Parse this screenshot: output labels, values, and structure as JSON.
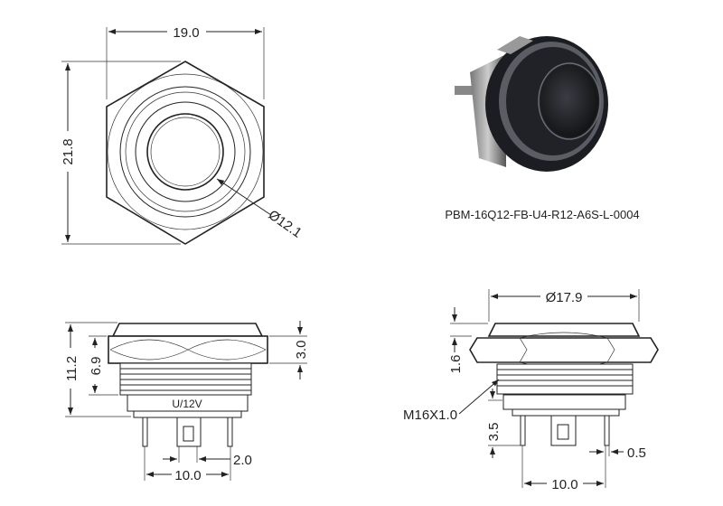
{
  "top_view": {
    "width_label": "19.0",
    "height_label": "21.8",
    "diameter_label": "Ø12.1"
  },
  "photo": {
    "part_number": "PBM-16Q12-FB-U4-R12-A6S-L-0004"
  },
  "side_view_left": {
    "overall_height": "11.2",
    "thread_height": "6.9",
    "nut_height": "3.0",
    "voltage_label": "U/12V",
    "pin_offset": "2.0",
    "pin_spacing": "10.0"
  },
  "side_view_right": {
    "cap_diameter": "Ø17.9",
    "cap_height": "1.6",
    "thread_label": "M16X1.0",
    "pin_length": "3.5",
    "pin_width": "0.5",
    "pin_spacing": "10.0"
  }
}
